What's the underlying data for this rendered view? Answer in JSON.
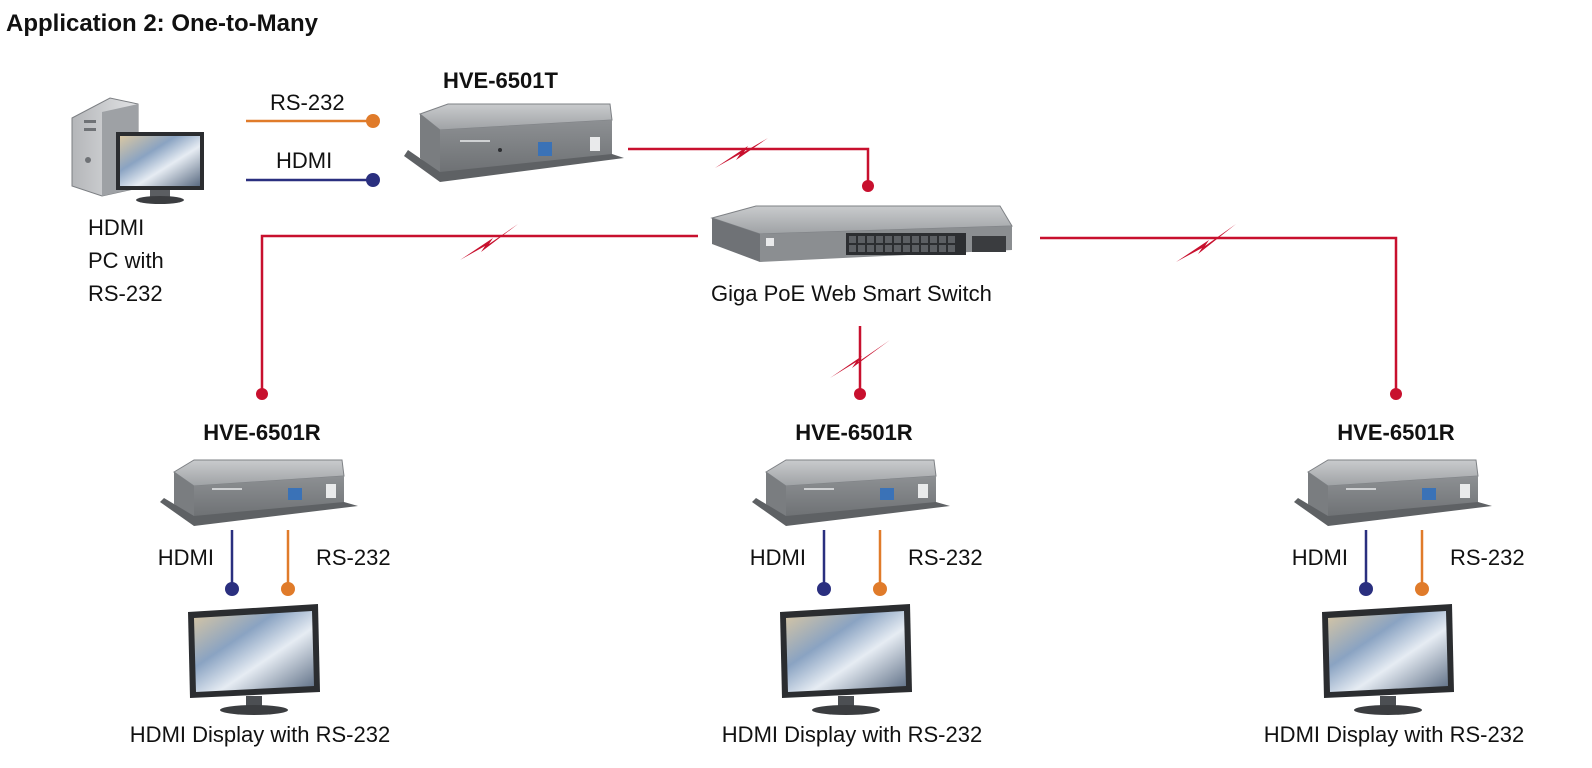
{
  "title": "Application 2: One-to-Many",
  "colors": {
    "network": "#c8102e",
    "rs232": "#e07b2a",
    "hdmi": "#2a2f7f",
    "device_body": "#9a9c9f"
  },
  "source": {
    "label_lines": [
      "HDMI",
      "PC with",
      "RS-232"
    ],
    "icon": "pc-tower-with-monitor-icon"
  },
  "transmitter": {
    "model": "HVE-6501T",
    "cable_rs232": "RS-232",
    "cable_hdmi": "HDMI",
    "icon": "transmitter-box-icon"
  },
  "switch": {
    "label": "Giga PoE Web Smart Switch",
    "icon": "network-switch-icon"
  },
  "receivers": [
    {
      "model": "HVE-6501R",
      "cable_hdmi": "HDMI",
      "cable_rs232": "RS-232",
      "display_label": "HDMI Display with RS-232"
    },
    {
      "model": "HVE-6501R",
      "cable_hdmi": "HDMI",
      "cable_rs232": "RS-232",
      "display_label": "HDMI Display with RS-232"
    },
    {
      "model": "HVE-6501R",
      "cable_hdmi": "HDMI",
      "cable_rs232": "RS-232",
      "display_label": "HDMI Display with RS-232"
    }
  ]
}
